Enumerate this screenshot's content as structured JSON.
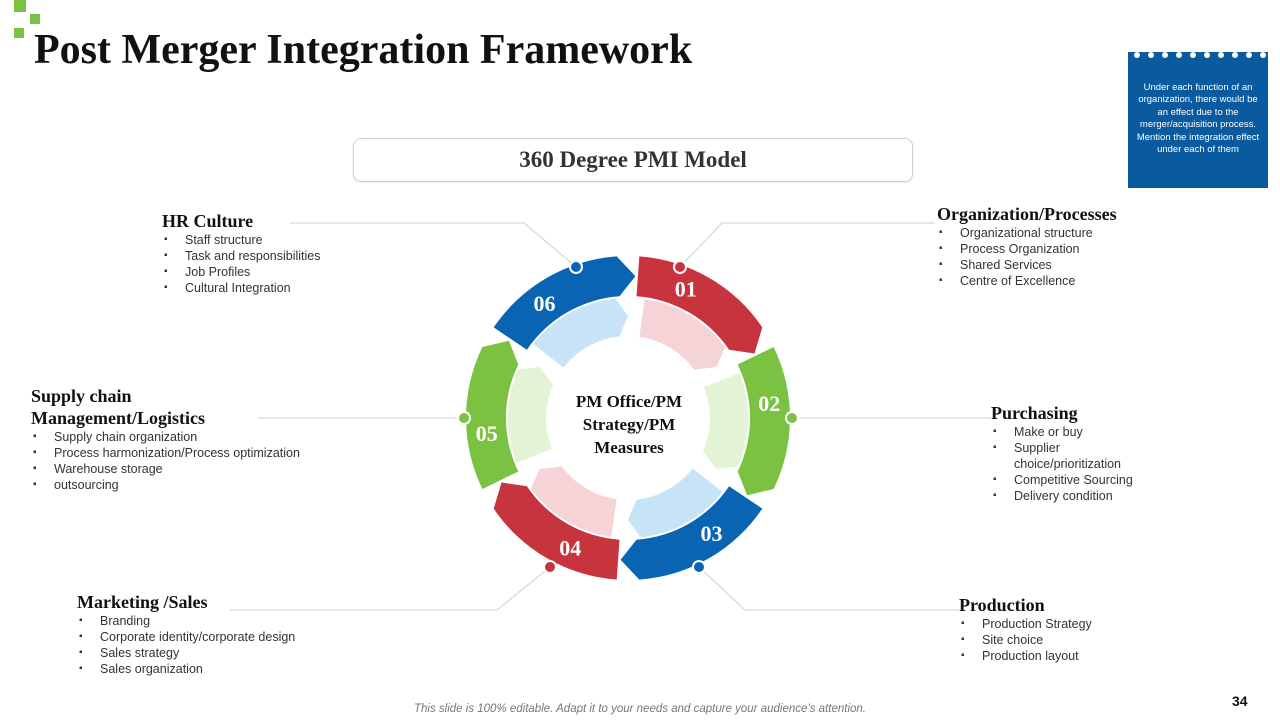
{
  "slide": {
    "title": "Post Merger Integration Framework",
    "model_title": "360 Degree PMI Model",
    "note": "Under each function of an organization, there would be an effect due to the merger/acquisition process. Mention the integration effect under each of them",
    "center_text": "PM Office/PM Strategy/PM Measures",
    "footer": "This slide is 100% editable. Adapt it to your needs and capture your audience’s attention.",
    "page_number": "34"
  },
  "colors": {
    "red": "#c8343e",
    "green": "#7cc242",
    "blue": "#0a64b4",
    "note_bg": "#0a5aa0"
  },
  "segments": [
    {
      "number": "01",
      "color": "red"
    },
    {
      "number": "02",
      "color": "green"
    },
    {
      "number": "03",
      "color": "blue"
    },
    {
      "number": "04",
      "color": "red"
    },
    {
      "number": "05",
      "color": "green"
    },
    {
      "number": "06",
      "color": "blue"
    }
  ],
  "sections": {
    "org": {
      "title": "Organization/Processes",
      "items": [
        "Organizational  structure",
        "Process Organization",
        "Shared Services",
        "Centre of Excellence"
      ]
    },
    "purchasing": {
      "title": "Purchasing",
      "items": [
        "Make or buy",
        "Supplier choice/prioritization",
        "Competitive  Sourcing",
        "Delivery  condition"
      ]
    },
    "production": {
      "title": "Production",
      "items": [
        "Production Strategy",
        "Site choice",
        "Production layout"
      ]
    },
    "marketing": {
      "title": "Marketing /Sales",
      "items": [
        "Branding",
        "Corporate  identity/corporate design",
        "Sales strategy",
        "Sales organization"
      ]
    },
    "supply": {
      "title": "Supply chain Management/Logistics",
      "items": [
        "Supply chain organization",
        "Process harmonization/Process optimization",
        "Warehouse storage",
        "outsourcing"
      ]
    },
    "hr": {
      "title": "HR Culture",
      "items": [
        "Staff structure",
        "Task and responsibilities",
        "Job Profiles",
        "Cultural Integration"
      ]
    }
  }
}
